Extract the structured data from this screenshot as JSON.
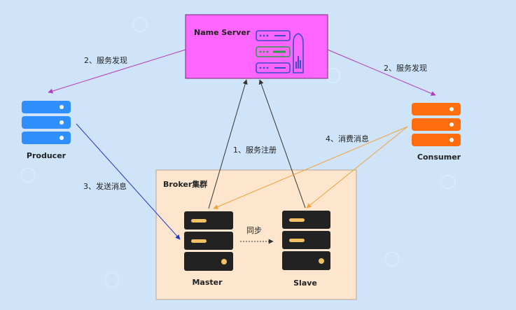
{
  "name_server": {
    "title": "Name Server",
    "fill": "#ff66ff",
    "stroke": "#7a287a"
  },
  "producer": {
    "label": "Producer",
    "color": "#2f8fff"
  },
  "consumer": {
    "label": "Consumer",
    "color": "#ff6d0e"
  },
  "broker": {
    "title": "Broker集群",
    "fill": "#fde6cd",
    "stroke": "#b9a58f",
    "master_label": "Master",
    "slave_label": "Slave",
    "sync_label": "同步"
  },
  "arrows": {
    "discovery_left": "2、服务发现",
    "discovery_right": "2、服务发现",
    "register": "1、服务注册",
    "send": "3、发送消息",
    "consume": "4、消费消息"
  },
  "colors": {
    "discovery": "#b33ab8",
    "send": "#2233cc",
    "consume": "#f2a23c",
    "register": "#333333",
    "server": "#222222",
    "server_slot": "#f3c063"
  }
}
